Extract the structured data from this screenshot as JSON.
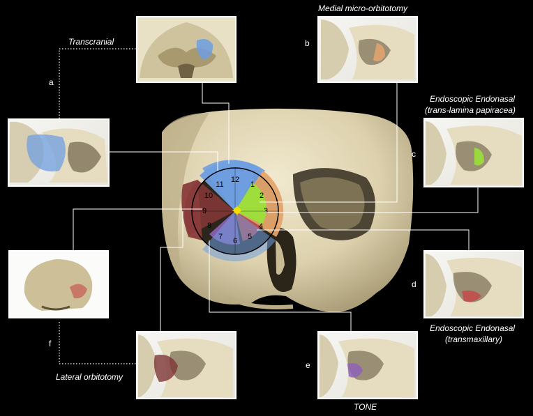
{
  "labels": {
    "transcranial": "Transcranial",
    "medial": "Medial micro-orbitotomy",
    "endo_papyracea_line1": "Endoscopic Endonasal",
    "endo_papyracea_line2": "(trans-lamina papiracea)",
    "endo_maxillary_line1": "Endoscopic Endonasal",
    "endo_maxillary_line2": "(transmaxillary)",
    "lateral": "Lateral orbitotomy",
    "tone": "TONE"
  },
  "letters": {
    "a": "a",
    "b": "b",
    "c": "c",
    "d": "d",
    "e": "e",
    "f": "f"
  },
  "clock_numbers": [
    "12",
    "1",
    "2",
    "3",
    "4",
    "5",
    "6",
    "7",
    "8",
    "9",
    "10",
    "11"
  ],
  "colors": {
    "blue": "#6f9fe0",
    "green": "#9be03a",
    "orange": "#e4a46c",
    "red": "#c44a4a",
    "darkred": "#7d3636",
    "purple": "#8e62b8",
    "highlight": "#f0e000",
    "background": "#000000",
    "frame": "#ffffff"
  }
}
